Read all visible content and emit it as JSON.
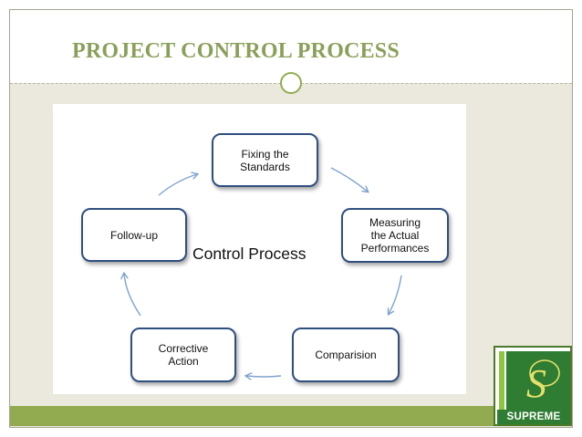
{
  "slide": {
    "title": "PROJECT CONTROL PROCESS"
  },
  "diagram": {
    "center_label": "Control Process",
    "nodes": [
      {
        "id": "fixing",
        "label": "Fixing the\nStandards"
      },
      {
        "id": "measuring",
        "label": "Measuring\nthe Actual\nPerformances"
      },
      {
        "id": "comparision",
        "label": "Comparision"
      },
      {
        "id": "corrective",
        "label": "Corrective\nAction"
      },
      {
        "id": "followup",
        "label": "Follow-up"
      }
    ],
    "edges": [
      {
        "from": "fixing",
        "to": "measuring"
      },
      {
        "from": "measuring",
        "to": "comparision"
      },
      {
        "from": "comparision",
        "to": "corrective"
      },
      {
        "from": "corrective",
        "to": "followup"
      },
      {
        "from": "followup",
        "to": "fixing"
      }
    ]
  },
  "logo": {
    "text": "SUPREME",
    "letter": "S"
  },
  "colors": {
    "title": "#8aa05a",
    "accent": "#93ab50",
    "node_border": "#2f4f7e",
    "arrow": "#7fa3cf",
    "background": "#ebe8dd"
  }
}
